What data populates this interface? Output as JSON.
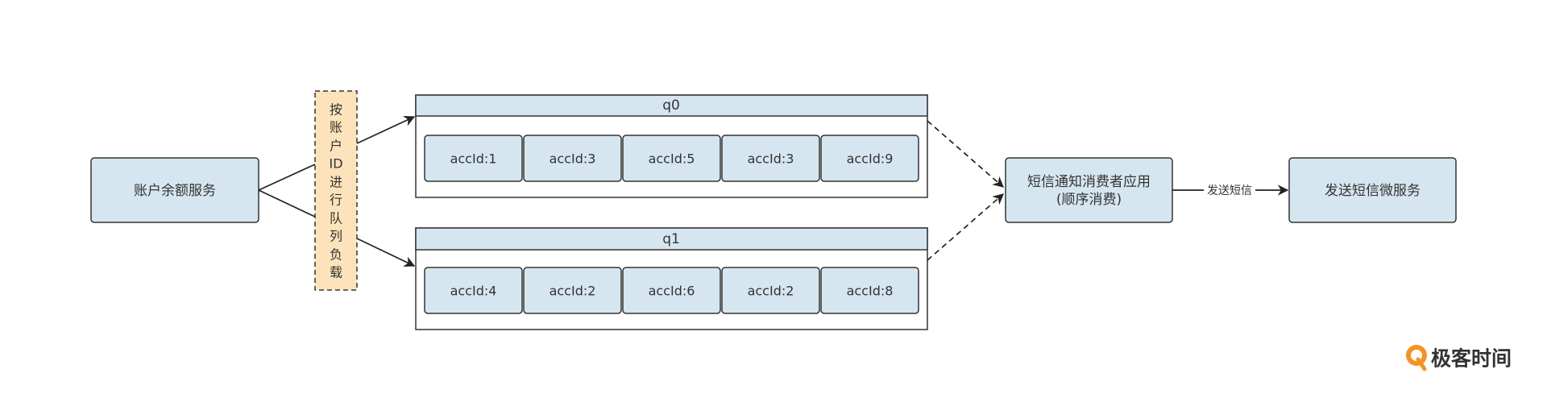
{
  "services": {
    "producer": {
      "label": "账户余额服务"
    },
    "consumer": {
      "label_line1": "短信通知消费者应用",
      "label_line2": "(顺序消费)"
    },
    "sms": {
      "label": "发送短信微服务"
    }
  },
  "router": {
    "label_lines": [
      "按",
      "账",
      "户",
      "ID",
      "进",
      "行",
      "队",
      "列",
      "负",
      "载"
    ]
  },
  "queues": [
    {
      "name": "q0",
      "messages": [
        "accId:1",
        "accId:3",
        "accId:5",
        "accId:3",
        "accId:9"
      ]
    },
    {
      "name": "q1",
      "messages": [
        "accId:4",
        "accId:2",
        "accId:6",
        "accId:2",
        "accId:8"
      ]
    }
  ],
  "edge_label": "发送短信",
  "logo": {
    "text": "极客时间",
    "icon": "geektime-logo-icon"
  },
  "colors": {
    "box_fill": "#d6e6f0",
    "router_fill": "#fde3bc",
    "stroke": "#333333",
    "queue_body_fill": "#ffffff",
    "logo_accent": "#f39325"
  }
}
